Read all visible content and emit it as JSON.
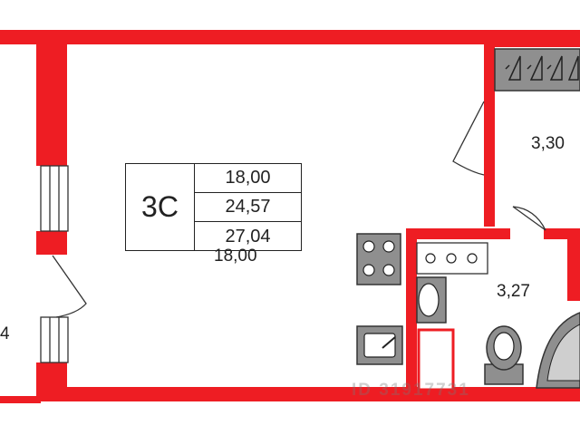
{
  "apartment": {
    "type_code": "3С",
    "areas": [
      "18,00",
      "24,57",
      "27,04"
    ]
  },
  "rooms": {
    "living_area": "18,00",
    "hall_area": "3,30",
    "bathroom_area": "3,27",
    "loggia_area_partial": "4"
  },
  "watermark": "ID 31917731",
  "colors": {
    "wall": "#ee1d23",
    "wall_outline": "#b0141a",
    "fixture_fill": "#8f8f8f",
    "fixture_stroke": "#333333",
    "text": "#222222"
  },
  "icons": [
    "stove-icon",
    "sink-icon",
    "washbasin-icon",
    "toilet-icon",
    "bathtub-icon",
    "wardrobe-hangers-icon",
    "door-swing-icon"
  ]
}
